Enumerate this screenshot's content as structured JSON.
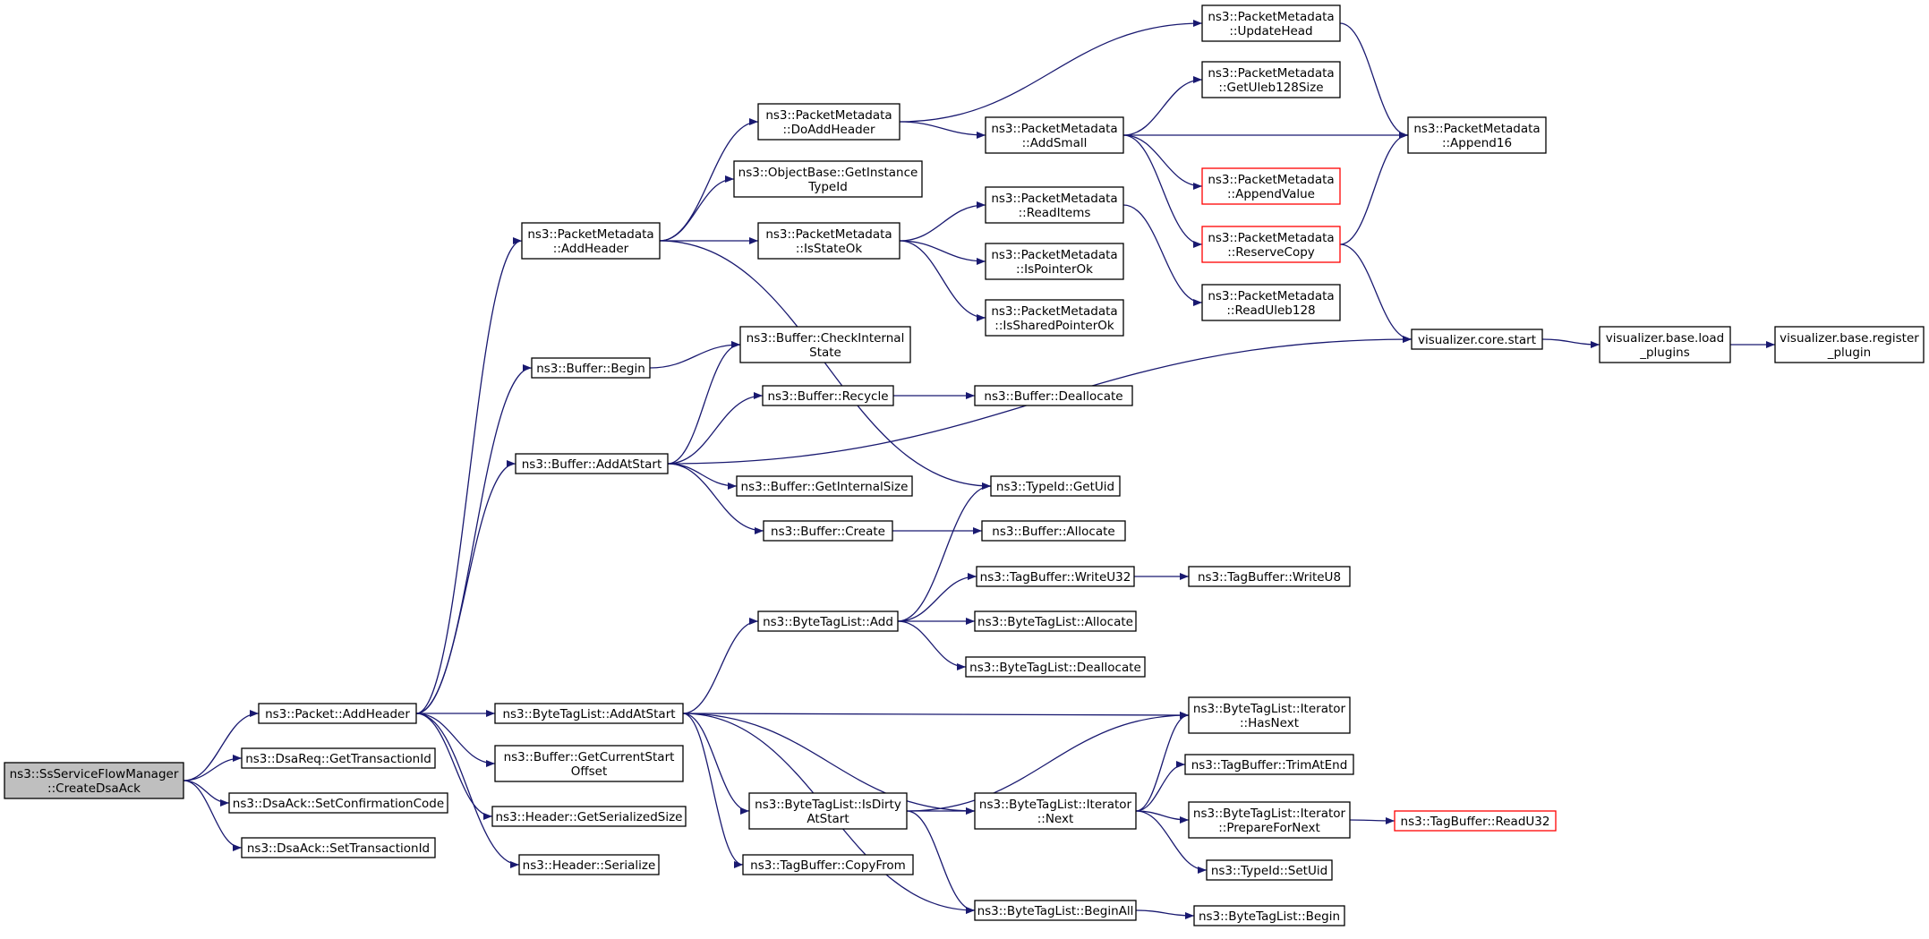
{
  "diagram": {
    "edge_color": "#191970",
    "truncated_color": "#ff0000",
    "root_fill": "#bfbfbf",
    "nodes": [
      {
        "id": "root",
        "lines": [
          "ns3::SsServiceFlowManager",
          "::CreateDsaAck"
        ],
        "kind": "root"
      },
      {
        "id": "pkt_add_header",
        "lines": [
          "ns3::Packet::AddHeader"
        ],
        "kind": "normal"
      },
      {
        "id": "dsareq_get_tid",
        "lines": [
          "ns3::DsaReq::GetTransactionId"
        ],
        "kind": "normal"
      },
      {
        "id": "dsaack_set_conf",
        "lines": [
          "ns3::DsaAck::SetConfirmationCode"
        ],
        "kind": "normal"
      },
      {
        "id": "dsaack_set_tid",
        "lines": [
          "ns3::DsaAck::SetTransactionId"
        ],
        "kind": "normal"
      },
      {
        "id": "pm_add_header",
        "lines": [
          "ns3::PacketMetadata",
          "::AddHeader"
        ],
        "kind": "normal"
      },
      {
        "id": "buf_begin",
        "lines": [
          "ns3::Buffer::Begin"
        ],
        "kind": "normal"
      },
      {
        "id": "buf_add_at_start",
        "lines": [
          "ns3::Buffer::AddAtStart"
        ],
        "kind": "normal"
      },
      {
        "id": "btl_add_at_start",
        "lines": [
          "ns3::ByteTagList::AddAtStart"
        ],
        "kind": "normal"
      },
      {
        "id": "buf_get_cur_start",
        "lines": [
          "ns3::Buffer::GetCurrentStart",
          "Offset"
        ],
        "kind": "normal"
      },
      {
        "id": "hdr_get_ser_size",
        "lines": [
          "ns3::Header::GetSerializedSize"
        ],
        "kind": "normal"
      },
      {
        "id": "hdr_serialize",
        "lines": [
          "ns3::Header::Serialize"
        ],
        "kind": "normal"
      },
      {
        "id": "pm_do_add_header",
        "lines": [
          "ns3::PacketMetadata",
          "::DoAddHeader"
        ],
        "kind": "normal"
      },
      {
        "id": "ob_get_instance_tid",
        "lines": [
          "ns3::ObjectBase::GetInstance",
          "TypeId"
        ],
        "kind": "normal"
      },
      {
        "id": "pm_is_state_ok",
        "lines": [
          "ns3::PacketMetadata",
          "::IsStateOk"
        ],
        "kind": "normal"
      },
      {
        "id": "buf_check_internal",
        "lines": [
          "ns3::Buffer::CheckInternal",
          "State"
        ],
        "kind": "normal"
      },
      {
        "id": "buf_recycle",
        "lines": [
          "ns3::Buffer::Recycle"
        ],
        "kind": "normal"
      },
      {
        "id": "buf_get_internal_size",
        "lines": [
          "ns3::Buffer::GetInternalSize"
        ],
        "kind": "normal"
      },
      {
        "id": "buf_create",
        "lines": [
          "ns3::Buffer::Create"
        ],
        "kind": "normal"
      },
      {
        "id": "btl_add",
        "lines": [
          "ns3::ByteTagList::Add"
        ],
        "kind": "normal"
      },
      {
        "id": "btl_is_dirty",
        "lines": [
          "ns3::ByteTagList::IsDirty",
          "AtStart"
        ],
        "kind": "normal"
      },
      {
        "id": "tb_copy_from",
        "lines": [
          "ns3::TagBuffer::CopyFrom"
        ],
        "kind": "normal"
      },
      {
        "id": "pm_update_head",
        "lines": [
          "ns3::PacketMetadata",
          "::UpdateHead"
        ],
        "kind": "normal"
      },
      {
        "id": "pm_add_small",
        "lines": [
          "ns3::PacketMetadata",
          "::AddSmall"
        ],
        "kind": "normal"
      },
      {
        "id": "pm_read_items",
        "lines": [
          "ns3::PacketMetadata",
          "::ReadItems"
        ],
        "kind": "normal"
      },
      {
        "id": "pm_is_pointer_ok",
        "lines": [
          "ns3::PacketMetadata",
          "::IsPointerOk"
        ],
        "kind": "normal"
      },
      {
        "id": "pm_is_shared_ptr_ok",
        "lines": [
          "ns3::PacketMetadata",
          "::IsSharedPointerOk"
        ],
        "kind": "normal"
      },
      {
        "id": "buf_deallocate",
        "lines": [
          "ns3::Buffer::Deallocate"
        ],
        "kind": "normal"
      },
      {
        "id": "tid_get_uid",
        "lines": [
          "ns3::TypeId::GetUid"
        ],
        "kind": "normal"
      },
      {
        "id": "buf_allocate",
        "lines": [
          "ns3::Buffer::Allocate"
        ],
        "kind": "normal"
      },
      {
        "id": "tb_write_u32",
        "lines": [
          "ns3::TagBuffer::WriteU32"
        ],
        "kind": "normal"
      },
      {
        "id": "btl_allocate",
        "lines": [
          "ns3::ByteTagList::Allocate"
        ],
        "kind": "normal"
      },
      {
        "id": "btl_deallocate",
        "lines": [
          "ns3::ByteTagList::Deallocate"
        ],
        "kind": "normal"
      },
      {
        "id": "btl_iter_next",
        "lines": [
          "ns3::ByteTagList::Iterator",
          "::Next"
        ],
        "kind": "normal"
      },
      {
        "id": "btl_begin_all",
        "lines": [
          "ns3::ByteTagList::BeginAll"
        ],
        "kind": "normal"
      },
      {
        "id": "pm_get_uleb_size",
        "lines": [
          "ns3::PacketMetadata",
          "::GetUleb128Size"
        ],
        "kind": "normal"
      },
      {
        "id": "pm_append_value",
        "lines": [
          "ns3::PacketMetadata",
          "::AppendValue"
        ],
        "kind": "truncated"
      },
      {
        "id": "pm_reserve_copy",
        "lines": [
          "ns3::PacketMetadata",
          "::ReserveCopy"
        ],
        "kind": "truncated"
      },
      {
        "id": "pm_read_uleb",
        "lines": [
          "ns3::PacketMetadata",
          "::ReadUleb128"
        ],
        "kind": "normal"
      },
      {
        "id": "pm_append16",
        "lines": [
          "ns3::PacketMetadata",
          "::Append16"
        ],
        "kind": "normal"
      },
      {
        "id": "viz_core_start",
        "lines": [
          "visualizer.core.start"
        ],
        "kind": "normal"
      },
      {
        "id": "tb_write_u8",
        "lines": [
          "ns3::TagBuffer::WriteU8"
        ],
        "kind": "normal"
      },
      {
        "id": "btl_iter_has_next",
        "lines": [
          "ns3::ByteTagList::Iterator",
          "::HasNext"
        ],
        "kind": "normal"
      },
      {
        "id": "tb_trim_at_end",
        "lines": [
          "ns3::TagBuffer::TrimAtEnd"
        ],
        "kind": "normal"
      },
      {
        "id": "btl_iter_prepare",
        "lines": [
          "ns3::ByteTagList::Iterator",
          "::PrepareForNext"
        ],
        "kind": "normal"
      },
      {
        "id": "tid_set_uid",
        "lines": [
          "ns3::TypeId::SetUid"
        ],
        "kind": "normal"
      },
      {
        "id": "btl_begin",
        "lines": [
          "ns3::ByteTagList::Begin"
        ],
        "kind": "normal"
      },
      {
        "id": "tb_read_u32",
        "lines": [
          "ns3::TagBuffer::ReadU32"
        ],
        "kind": "truncated"
      },
      {
        "id": "viz_base_load",
        "lines": [
          "visualizer.base.load",
          "_plugins"
        ],
        "kind": "normal"
      },
      {
        "id": "viz_base_register",
        "lines": [
          "visualizer.base.register",
          "_plugin"
        ],
        "kind": "normal"
      }
    ],
    "edges": [
      [
        "root",
        "pkt_add_header"
      ],
      [
        "root",
        "dsareq_get_tid"
      ],
      [
        "root",
        "dsaack_set_conf"
      ],
      [
        "root",
        "dsaack_set_tid"
      ],
      [
        "pkt_add_header",
        "pm_add_header"
      ],
      [
        "pkt_add_header",
        "buf_begin"
      ],
      [
        "pkt_add_header",
        "buf_add_at_start"
      ],
      [
        "pkt_add_header",
        "btl_add_at_start"
      ],
      [
        "pkt_add_header",
        "buf_get_cur_start"
      ],
      [
        "pkt_add_header",
        "hdr_get_ser_size"
      ],
      [
        "pkt_add_header",
        "hdr_serialize"
      ],
      [
        "pm_add_header",
        "pm_do_add_header"
      ],
      [
        "pm_add_header",
        "ob_get_instance_tid"
      ],
      [
        "pm_add_header",
        "pm_is_state_ok"
      ],
      [
        "pm_add_header",
        "tid_get_uid"
      ],
      [
        "pm_do_add_header",
        "pm_update_head"
      ],
      [
        "pm_do_add_header",
        "pm_add_small"
      ],
      [
        "pm_is_state_ok",
        "pm_read_items"
      ],
      [
        "pm_is_state_ok",
        "pm_is_pointer_ok"
      ],
      [
        "pm_is_state_ok",
        "pm_is_shared_ptr_ok"
      ],
      [
        "pm_read_items",
        "pm_read_uleb"
      ],
      [
        "pm_add_small",
        "pm_get_uleb_size"
      ],
      [
        "pm_add_small",
        "pm_append16"
      ],
      [
        "pm_add_small",
        "pm_append_value"
      ],
      [
        "pm_add_small",
        "pm_reserve_copy"
      ],
      [
        "pm_update_head",
        "pm_append16"
      ],
      [
        "pm_reserve_copy",
        "pm_append16"
      ],
      [
        "pm_reserve_copy",
        "viz_core_start"
      ],
      [
        "buf_begin",
        "buf_check_internal"
      ],
      [
        "buf_add_at_start",
        "buf_check_internal"
      ],
      [
        "buf_add_at_start",
        "buf_recycle"
      ],
      [
        "buf_add_at_start",
        "buf_get_internal_size"
      ],
      [
        "buf_add_at_start",
        "buf_create"
      ],
      [
        "buf_add_at_start",
        "viz_core_start"
      ],
      [
        "buf_recycle",
        "buf_deallocate"
      ],
      [
        "buf_create",
        "buf_allocate"
      ],
      [
        "viz_core_start",
        "viz_base_load"
      ],
      [
        "viz_base_load",
        "viz_base_register"
      ],
      [
        "btl_add_at_start",
        "btl_add"
      ],
      [
        "btl_add_at_start",
        "btl_iter_has_next"
      ],
      [
        "btl_add_at_start",
        "btl_iter_next"
      ],
      [
        "btl_add_at_start",
        "btl_is_dirty"
      ],
      [
        "btl_add_at_start",
        "tb_copy_from"
      ],
      [
        "btl_add_at_start",
        "btl_begin_all"
      ],
      [
        "btl_add",
        "tid_get_uid"
      ],
      [
        "btl_add",
        "tb_write_u32"
      ],
      [
        "btl_add",
        "btl_allocate"
      ],
      [
        "btl_add",
        "btl_deallocate"
      ],
      [
        "tb_write_u32",
        "tb_write_u8"
      ],
      [
        "btl_is_dirty",
        "btl_iter_has_next"
      ],
      [
        "btl_is_dirty",
        "btl_iter_next"
      ],
      [
        "btl_is_dirty",
        "btl_begin_all"
      ],
      [
        "btl_iter_next",
        "btl_iter_has_next"
      ],
      [
        "btl_iter_next",
        "tb_trim_at_end"
      ],
      [
        "btl_iter_next",
        "btl_iter_prepare"
      ],
      [
        "btl_iter_next",
        "tid_set_uid"
      ],
      [
        "btl_iter_prepare",
        "tb_read_u32"
      ],
      [
        "btl_begin_all",
        "btl_begin"
      ]
    ]
  }
}
